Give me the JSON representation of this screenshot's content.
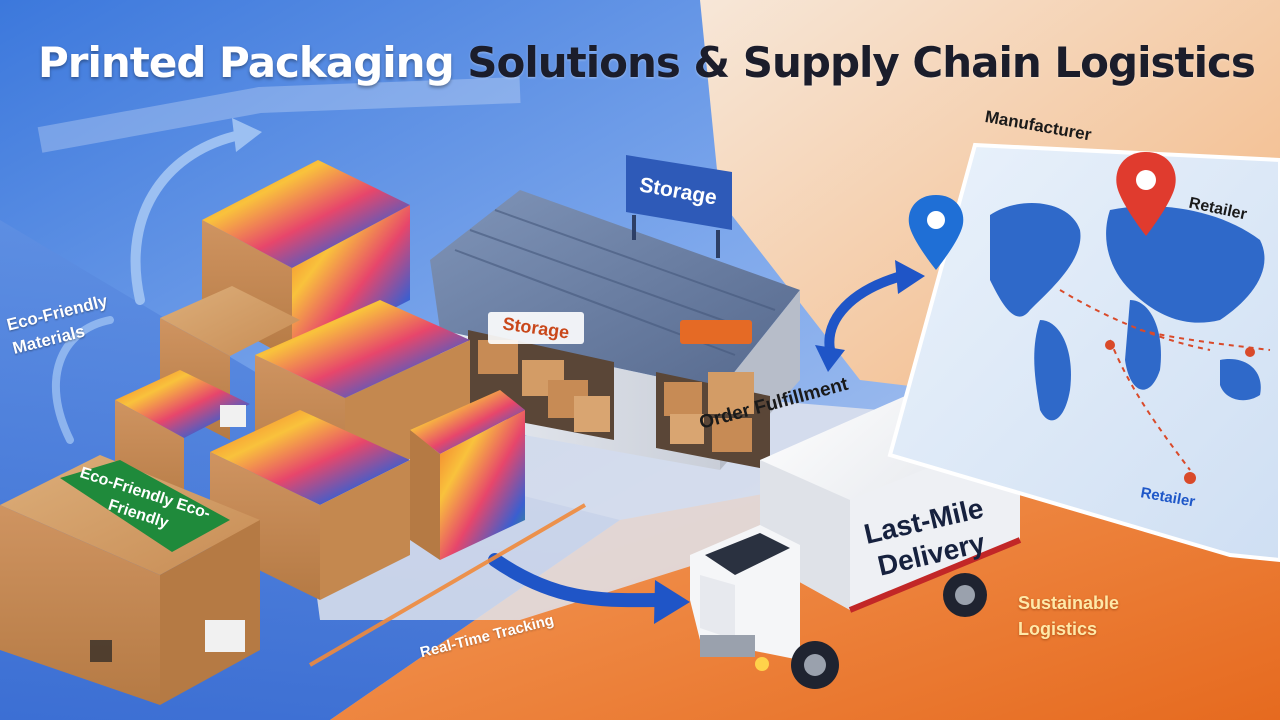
{
  "title": {
    "part1": "Printed Packaging",
    "part2": " Solutions & Supply Chain Logistics"
  },
  "labels": {
    "storage_sign": "Storage",
    "storage_wall": "Storage",
    "order_fulfillment": "Order Fulfillment",
    "last_mile": "Last-Mile Delivery",
    "eco_friendly_side": "Eco-Friendly Materials",
    "eco_friendly_box": "Eco-Friendly Eco-Friendly",
    "real_time_tracking": "Real-Time Tracking",
    "sustainable_logistics": "Sustainable Logistics",
    "manufacturer": "Manufacturer",
    "retailer_top": "Retailer",
    "retailer_bottom": "Retailer"
  },
  "colors": {
    "sky_blue": "#4f86e0",
    "deep_blue": "#1f55c7",
    "accent_orange": "#f08a3c",
    "cardboard": "#c98c55",
    "pin_red": "#e03b2e",
    "pin_blue": "#1f6fd6",
    "truck_white": "#f4f5f7"
  },
  "icons": [
    "map-pin-red-icon",
    "map-pin-blue-icon",
    "curved-arrow-icon"
  ]
}
